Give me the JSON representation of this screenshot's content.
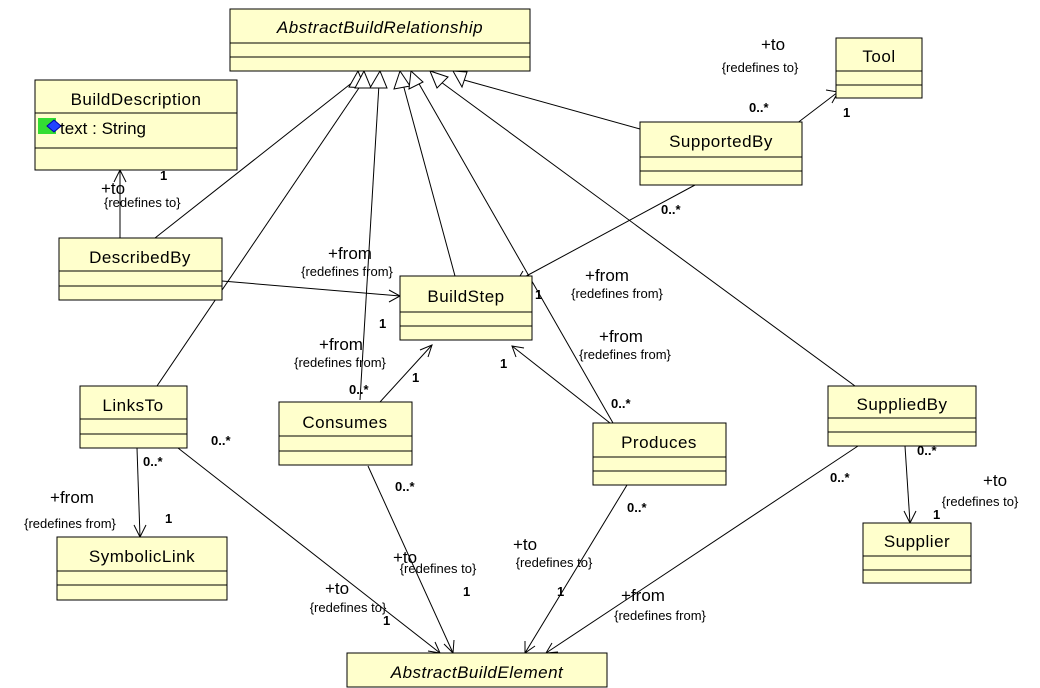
{
  "classes": {
    "abstract_build_relationship": {
      "name": "AbstractBuildRelationship",
      "abstract": true
    },
    "build_description": {
      "name": "BuildDescription",
      "attribute": "text : String"
    },
    "tool": {
      "name": "Tool"
    },
    "supported_by": {
      "name": "SupportedBy"
    },
    "described_by": {
      "name": "DescribedBy"
    },
    "build_step": {
      "name": "BuildStep"
    },
    "links_to": {
      "name": "LinksTo"
    },
    "consumes": {
      "name": "Consumes"
    },
    "produces": {
      "name": "Produces"
    },
    "supplied_by": {
      "name": "SuppliedBy"
    },
    "symbolic_link": {
      "name": "SymbolicLink"
    },
    "supplier": {
      "name": "Supplier"
    },
    "abstract_build_element": {
      "name": "AbstractBuildElement",
      "abstract": true
    }
  },
  "associations": {
    "supportedby_tool": {
      "role": "+to",
      "constraint": "{redefines to}",
      "mult_source": "0..*",
      "mult_target": "1"
    },
    "describedby_builddescription": {
      "role": "+to",
      "constraint": "{redefines to}",
      "mult_target": "1"
    },
    "supportedby_buildstep": {
      "mult_source": "0..*"
    },
    "describedby_buildstep": {
      "role": "+from",
      "constraint": "{redefines from}",
      "mult_target": "1"
    },
    "produces_buildstep_upper": {
      "role": "+from",
      "constraint": "{redefines from}",
      "mult_target": "1"
    },
    "produces_buildstep": {
      "role": "+from",
      "constraint": "{redefines from}",
      "mult_source": "0..*",
      "mult_target": "1"
    },
    "consumes_buildstep": {
      "role": "+from",
      "constraint": "{redefines from}",
      "mult_source": "0..*",
      "mult_target": "1"
    },
    "linksto_symboliclink": {
      "role": "+from",
      "constraint": "{redefines from}",
      "mult_source": "0..*",
      "mult_target": "1"
    },
    "linksto_element": {
      "role": "+to",
      "constraint": "{redefines to}",
      "mult_source": "0..*",
      "mult_target": "1"
    },
    "consumes_element": {
      "role": "+to",
      "constraint": "{redefines to}",
      "mult_source": "0..*",
      "mult_target": "1"
    },
    "produces_element": {
      "role": "+to",
      "constraint": "{redefines to}",
      "mult_source": "0..*",
      "mult_target": "1"
    },
    "suppliedby_element": {
      "role": "+from",
      "constraint": "{redefines from}",
      "mult_source": "0..*"
    },
    "suppliedby_supplier": {
      "role": "+to",
      "constraint": "{redefines to}",
      "mult_source": "0..*",
      "mult_target": "1"
    }
  },
  "colors": {
    "class_fill": "#ffffcc",
    "line": "#000000",
    "attribute_icon": "#33dd33"
  }
}
